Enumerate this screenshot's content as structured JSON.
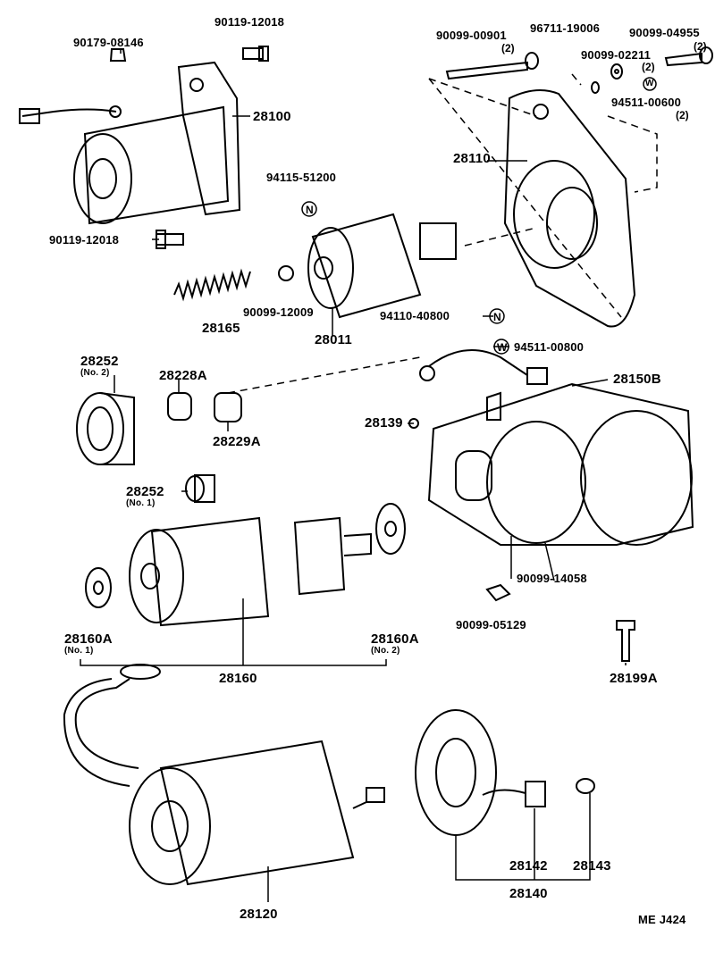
{
  "diagram": {
    "type": "exploded-parts-diagram",
    "code": "ME  J424",
    "parts": [
      {
        "id": "p1",
        "number": "90179-08146"
      },
      {
        "id": "p2",
        "number": "90119-12018"
      },
      {
        "id": "p3",
        "number": "28100"
      },
      {
        "id": "p4",
        "number": "94115-51200"
      },
      {
        "id": "p5",
        "number": "90119-12018"
      },
      {
        "id": "p6",
        "number": "28165"
      },
      {
        "id": "p7",
        "number": "90099-12009"
      },
      {
        "id": "p8",
        "number": "28011"
      },
      {
        "id": "p9",
        "number": "94110-40800"
      },
      {
        "id": "p10",
        "number": "90099-00901",
        "qty": "(2)"
      },
      {
        "id": "p11",
        "number": "96711-19006"
      },
      {
        "id": "p12",
        "number": "90099-02211",
        "qty": "(2)"
      },
      {
        "id": "p13",
        "number": "90099-04955",
        "qty": "(2)"
      },
      {
        "id": "p14",
        "number": "94511-00600",
        "qty": "(2)"
      },
      {
        "id": "p15",
        "number": "28110"
      },
      {
        "id": "p16",
        "number": "94511-00800"
      },
      {
        "id": "p17",
        "number": "28252",
        "note": "(No. 2)"
      },
      {
        "id": "p18",
        "number": "28228A"
      },
      {
        "id": "p19",
        "number": "28229A"
      },
      {
        "id": "p20",
        "number": "28139"
      },
      {
        "id": "p21",
        "number": "28150B"
      },
      {
        "id": "p22",
        "number": "28252",
        "note": "(No. 1)"
      },
      {
        "id": "p23",
        "number": "90099-14058"
      },
      {
        "id": "p24",
        "number": "90099-05129"
      },
      {
        "id": "p25",
        "number": "28199A"
      },
      {
        "id": "p26",
        "number": "28160A",
        "note": "(No. 1)"
      },
      {
        "id": "p27",
        "number": "28160A",
        "note": "(No. 2)"
      },
      {
        "id": "p28",
        "number": "28160"
      },
      {
        "id": "p29",
        "number": "28142"
      },
      {
        "id": "p30",
        "number": "28143"
      },
      {
        "id": "p31",
        "number": "28140"
      },
      {
        "id": "p32",
        "number": "28120"
      }
    ],
    "markers": {
      "n": "N",
      "w": "W"
    }
  }
}
